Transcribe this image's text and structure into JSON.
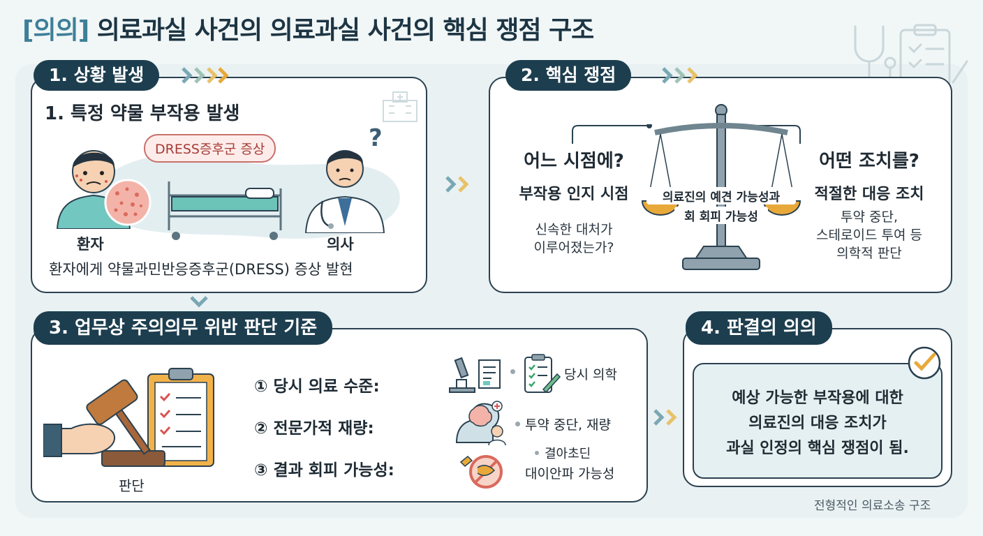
{
  "title": {
    "tag": "[의의]",
    "text": "의료과실 사건의 의료과실 사건의 핵심 쟁점 구조"
  },
  "footer": "전형적인 의료소송 구조",
  "section1": {
    "pill": "1. 상황 발생",
    "heading": "1. 특정 약물 부작용 발생",
    "bubble_prefix": "DRESS",
    "bubble_suffix": "증후군 증상",
    "patient_label": "환자",
    "doctor_label": "의사",
    "question_mark": "?",
    "caption": "환자에게 약물과민반응증후군(DRESS) 증상 발현"
  },
  "section2": {
    "pill": "2. 핵심 쟁점",
    "left": {
      "question": "어느 시점에?",
      "subtitle": "부작용 인지 시점",
      "line1": "신속한 대처가",
      "line2": "이루어졌는가?"
    },
    "center": {
      "line1": "의료진의 예견 가능성과",
      "line2": "회 회피 가능성"
    },
    "right": {
      "question": "어떤 조치를?",
      "subtitle": "적절한 대응 조치",
      "line1": "투약 중단,",
      "line2": "스테로이드 투여 등",
      "line3": "의학적 판단"
    }
  },
  "section3": {
    "pill": "3. 업무상 주의의무 위반 판단 기준",
    "gavel_label": "판단",
    "criteria": [
      {
        "label": "① 당시 의료 수준:",
        "note": "당시 의학",
        "icon": "microscope-icon"
      },
      {
        "label": "② 전문가적 재량:",
        "note": "투약 중단, 재량",
        "icon": "brain-icon"
      },
      {
        "label": "③ 결과 회피 가능성:",
        "note_line1": "결아초딘",
        "note_line2": "대이안파 가능성",
        "icon": "no-entry-icon"
      }
    ]
  },
  "section4": {
    "pill": "4. 판결의 의의",
    "line1": "예상 가능한 부작용에 대한",
    "line2": "의료진의 대응 조치가",
    "line3": "과실 인정의 핵심 쟁점이 됨."
  },
  "colors": {
    "navy": "#1d3e4f",
    "accent_teal": "#3d7f98",
    "bubble_red": "#c8706a",
    "gold": "#e8a93a"
  }
}
